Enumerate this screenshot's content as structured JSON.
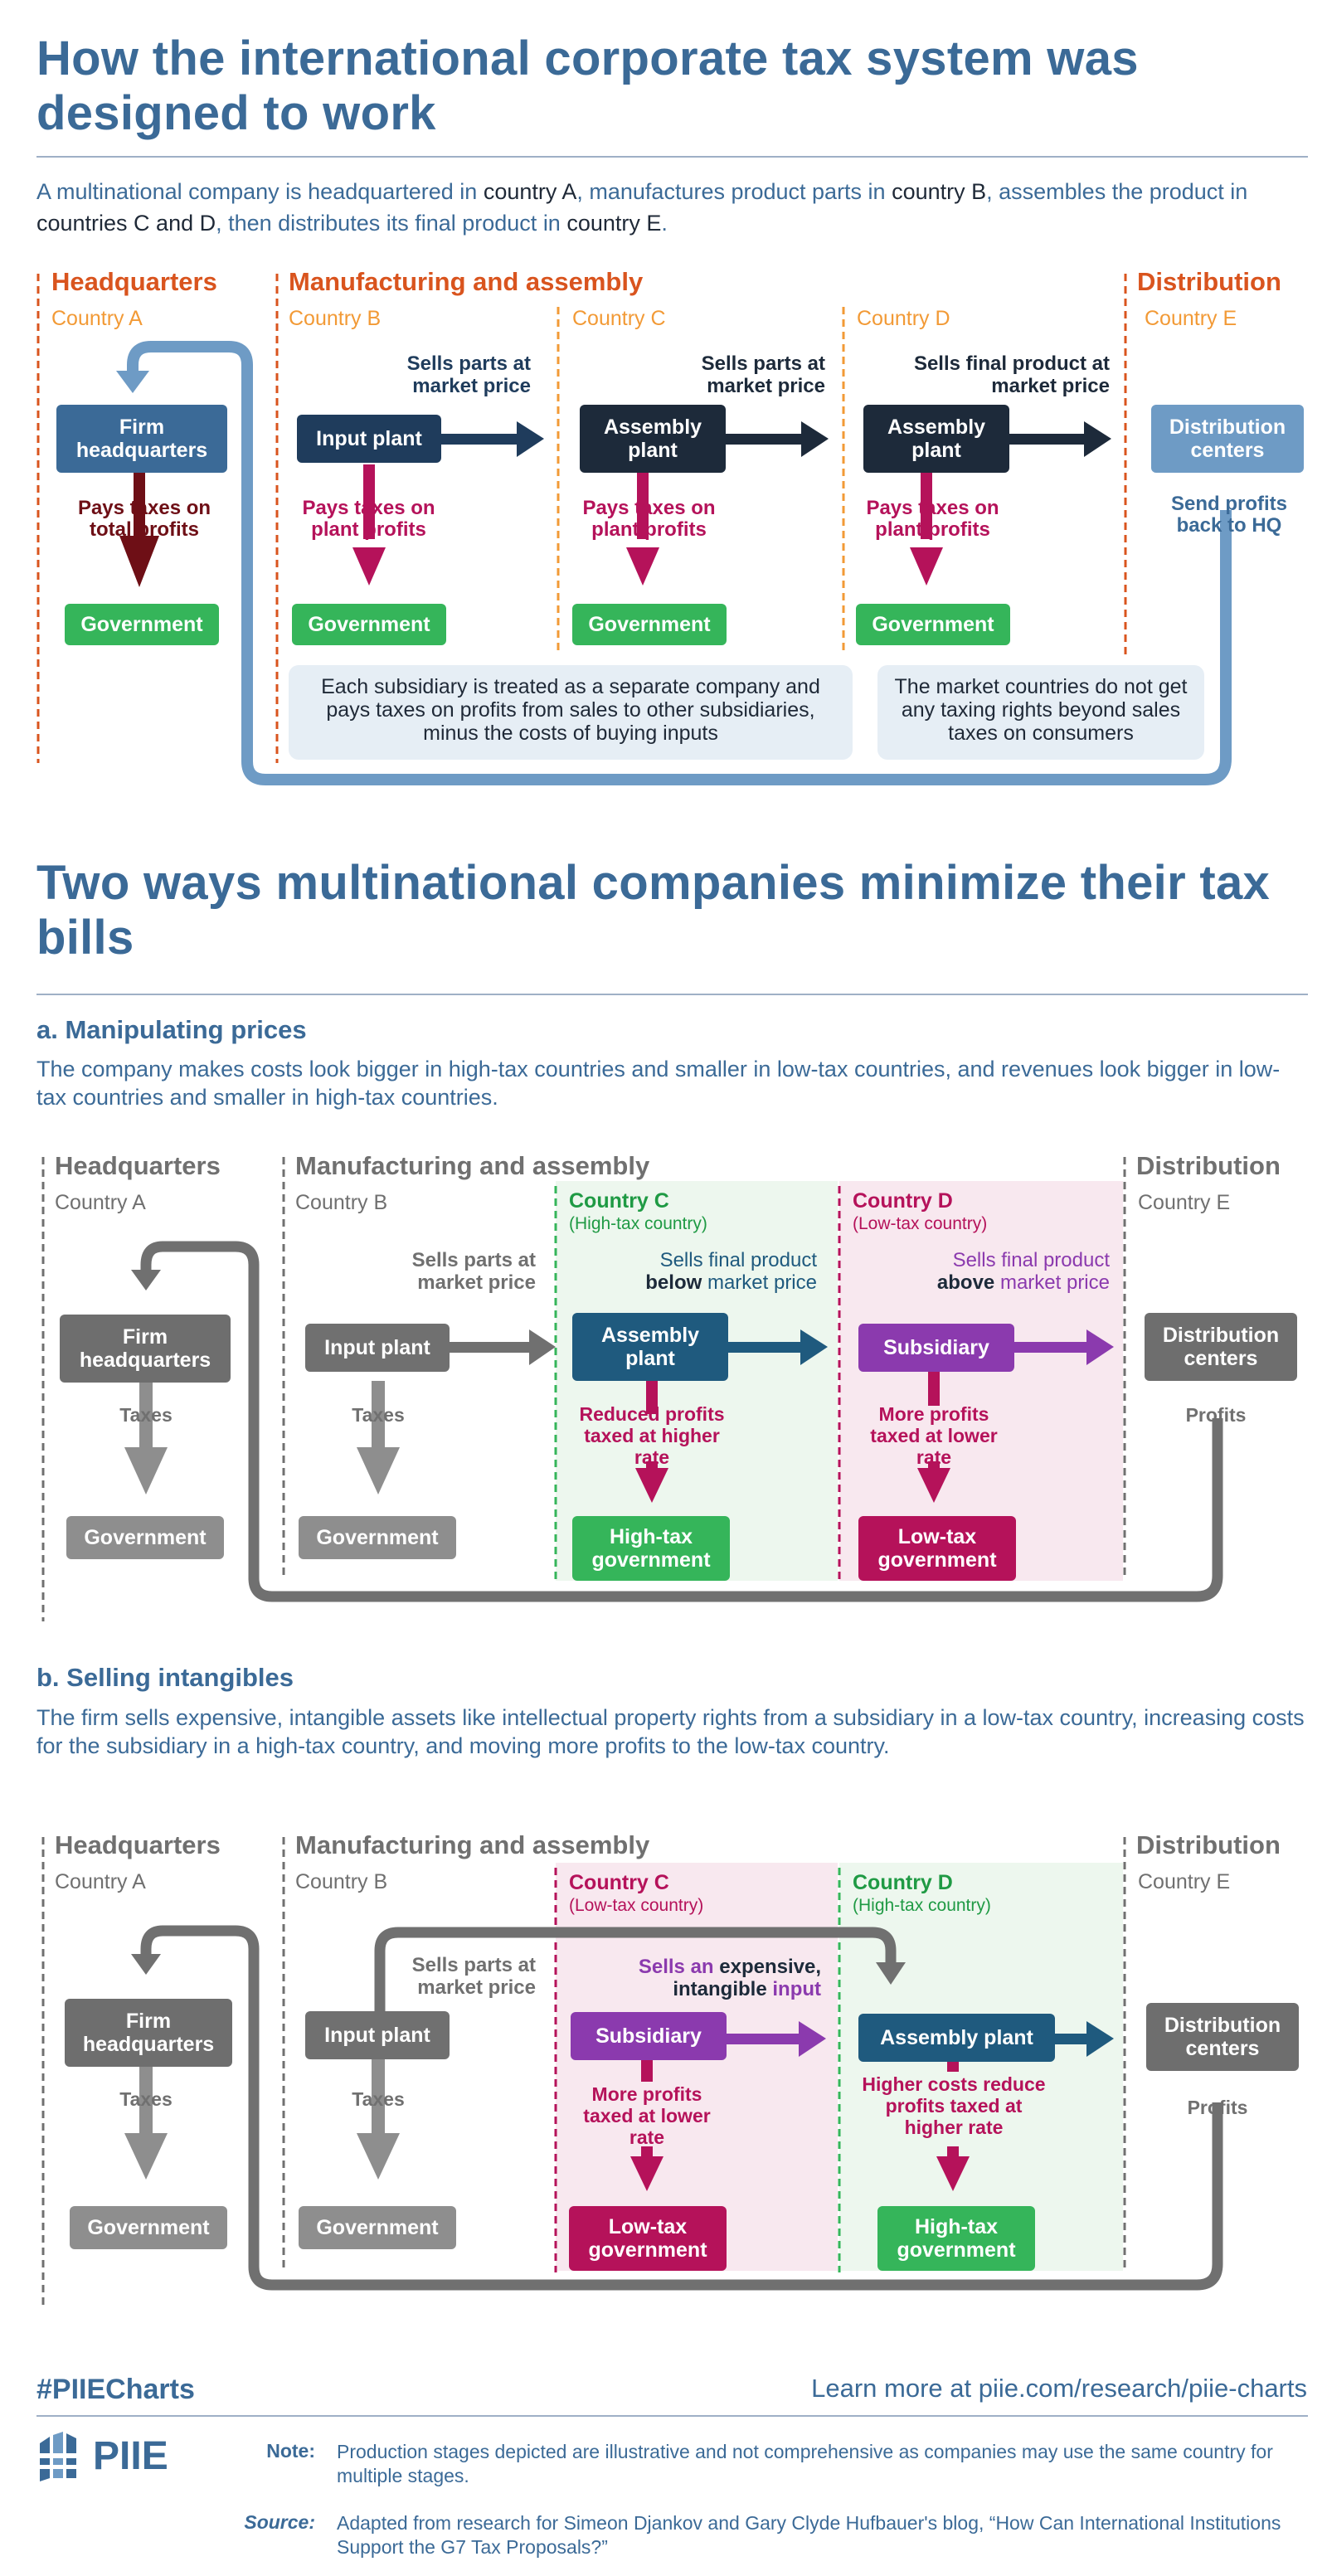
{
  "title1": "How the international corporate tax system was designed to work",
  "intro": [
    {
      "t": "A multinational company is headquartered in ",
      "hl": false
    },
    {
      "t": "country A",
      "hl": true
    },
    {
      "t": ", manufactures product parts in ",
      "hl": false
    },
    {
      "t": "country B",
      "hl": true
    },
    {
      "t": ", assembles the product in ",
      "hl": false
    },
    {
      "t": "countries C and D",
      "hl": true
    },
    {
      "t": ", then distributes its final product in ",
      "hl": false
    },
    {
      "t": "country E",
      "hl": true
    },
    {
      "t": ".",
      "hl": false
    }
  ],
  "d1": {
    "col_headquarters": "Headquarters",
    "col_manufacturing": "Manufacturing and assembly",
    "col_distribution": "Distribution",
    "country_a": "Country A",
    "country_b": "Country B",
    "country_c": "Country C",
    "country_d": "Country D",
    "country_e": "Country E",
    "firm_hq": "Firm headquarters",
    "input_plant": "Input plant",
    "assembly_plant": "Assembly plant",
    "distribution_centers": "Distribution centers",
    "government": "Government",
    "pays_total": "Pays taxes on total profits",
    "pays_plant": "Pays taxes on plant profits",
    "sells_parts": "Sells parts at market price",
    "sells_final": "Sells final product at market price",
    "send_profits": "Send profits back to HQ",
    "note_subsidiary": "Each subsidiary is treated as a separate company and pays taxes on profits from sales to other subsidiaries, minus the costs of buying inputs",
    "note_market": "The market countries do not get any taxing rights beyond sales taxes on consumers"
  },
  "title2": "Two ways multinational companies minimize their tax bills",
  "secA": {
    "heading": "a. Manipulating prices",
    "desc": "The company makes costs look bigger in high-tax countries and smaller in low-tax countries, and revenues look bigger in low-tax countries and smaller in high-tax countries.",
    "country_c": "Country C",
    "country_c_sub": "(High-tax country)",
    "country_d": "Country D",
    "country_d_sub": "(Low-tax country)",
    "sells_below_1": "Sells final product",
    "sells_below_bold": "below",
    "sells_below_2": "market price",
    "sells_above_1": "Sells final product",
    "sells_above_bold": "above",
    "sells_above_2": "market price",
    "subsidiary": "Subsidiary",
    "taxes": "Taxes",
    "profits": "Profits",
    "reduced": "Reduced profits taxed at higher rate",
    "more": "More profits taxed at lower rate",
    "high_gov": "High-tax government",
    "low_gov": "Low-tax government"
  },
  "secB": {
    "heading": "b. Selling intangibles",
    "desc": "The firm sells expensive, intangible assets like intellectual property rights from a subsidiary in a low-tax country, increasing costs for the subsidiary in a high-tax country, and moving more profits to the low-tax country.",
    "country_c_sub": "(Low-tax country)",
    "country_d_sub": "(High-tax country)",
    "sells_an": "Sells an",
    "sells_exp": "expensive,",
    "sells_intangible": "intangible",
    "sells_input": "input",
    "higher_costs": "Higher costs reduce profits taxed at higher rate"
  },
  "footer": {
    "hashtag": "#PIIECharts",
    "learn": "Learn more at piie.com/research/piie-charts",
    "logo": "PIIE",
    "note_label": "Note:",
    "note_text": "Production stages depicted are illustrative and not comprehensive as companies may use the same country for multiple stages.",
    "source_label": "Source:",
    "source_text": "Adapted from research for Simeon Djankov and Gary Clyde Hufbauer's blog, “How Can International Institutions Support the G7 Tax Proposals?”"
  },
  "colors": {
    "title_blue": "#3b6a97",
    "orange": "#d9541e",
    "orange_light": "#f29a36",
    "navy": "#1f3c5c",
    "dark": "#1d2a3a",
    "light_blue": "#6e9bc5",
    "crimson": "#b5125a",
    "maroon": "#6e0f16",
    "green": "#35b55a",
    "purple": "#8b3aae",
    "grey": "#707070"
  }
}
